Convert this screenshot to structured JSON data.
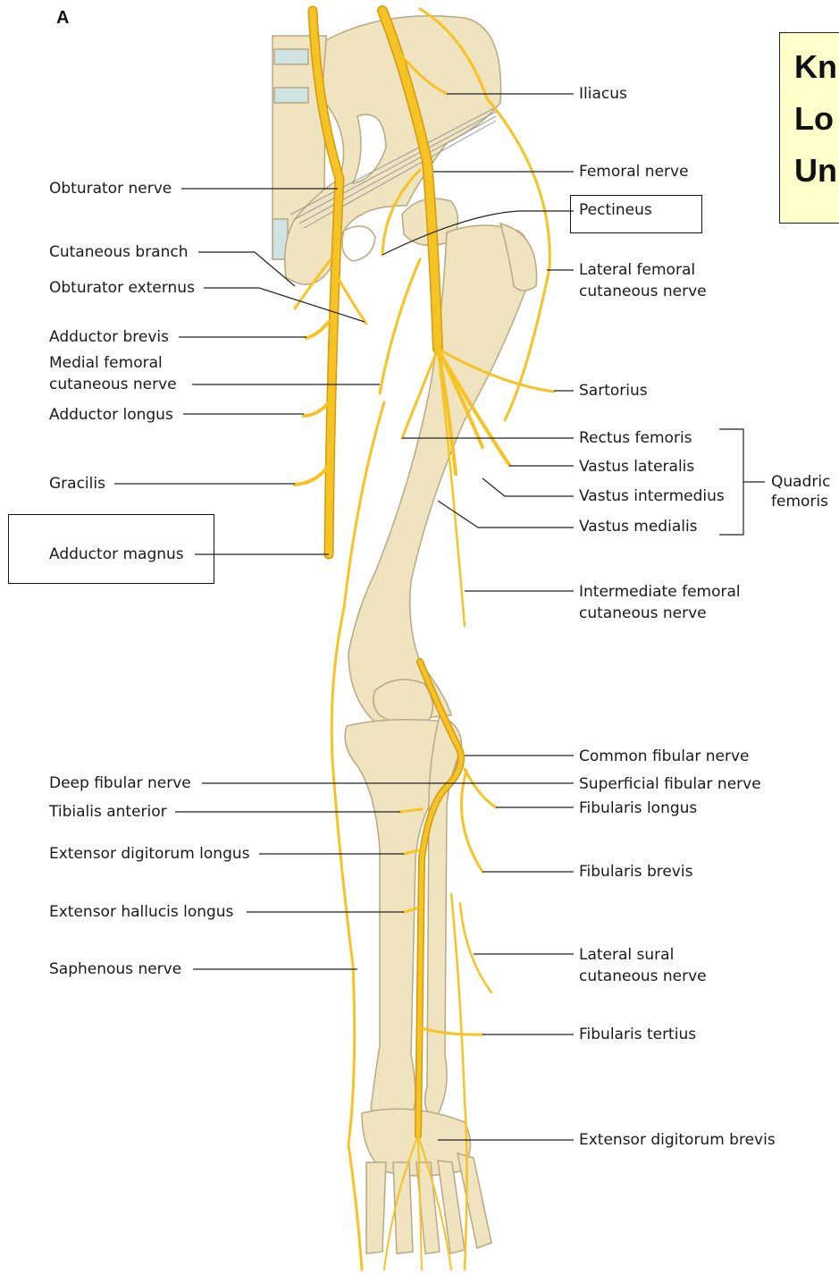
{
  "figure": {
    "panel_letter": "A",
    "note_box_lines": [
      "Kn",
      "Lo",
      "Un"
    ],
    "labels": {
      "iliacus": "Iliacus",
      "femoral_nerve": "Femoral nerve",
      "obturator_nerve": "Obturator nerve",
      "pectineus": "Pectineus",
      "cutaneous_branch": "Cutaneous branch",
      "lateral_femoral_cutaneous_nerve": "Lateral femoral\ncutaneous nerve",
      "obturator_externus": "Obturator externus",
      "adductor_brevis": "Adductor brevis",
      "medial_femoral_cutaneous_nerve": "Medial femoral\ncutaneous nerve",
      "sartorius": "Sartorius",
      "adductor_longus": "Adductor longus",
      "rectus_femoris": "Rectus femoris",
      "vastus_lateralis": "Vastus lateralis",
      "gracilis": "Gracilis",
      "vastus_intermedius": "Vastus intermedius",
      "quadriceps_femoris": "Quadric\nfemoris",
      "vastus_medialis": "Vastus medialis",
      "adductor_magnus": "Adductor magnus",
      "intermediate_femoral_cutaneous_nerve": "Intermediate femoral\ncutaneous nerve",
      "common_fibular_nerve": "Common fibular nerve",
      "deep_fibular_nerve": "Deep fibular nerve",
      "superficial_fibular_nerve": "Superficial fibular nerve",
      "tibialis_anterior": "Tibialis anterior",
      "fibularis_longus": "Fibularis longus",
      "extensor_digitorum_longus": "Extensor digitorum longus",
      "fibularis_brevis": "Fibularis brevis",
      "extensor_hallucis_longus": "Extensor hallucis longus",
      "lateral_sural_cutaneous_nerve": "Lateral sural\ncutaneous nerve",
      "saphenous_nerve": "Saphenous nerve",
      "fibularis_tertius": "Fibularis tertius",
      "extensor_digitorum_brevis": "Extensor digitorum brevis"
    },
    "colors": {
      "bone": "#efe3c0",
      "bone_outline": "#b9a982",
      "nerve": "#f6c325",
      "nerve_outline": "#d49a10",
      "cartilage": "#cfe3e3",
      "note_box": "#ffffcc"
    }
  }
}
